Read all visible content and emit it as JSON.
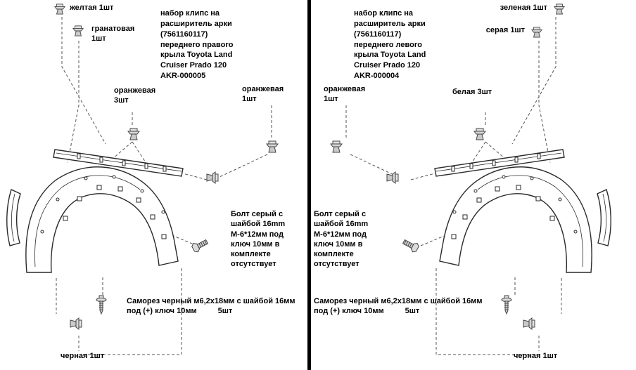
{
  "left": {
    "title": "набор клипс на расширитель арки (7561160117) переднего правого крыла Toyota Land Cruiser Prado 120 AKR-000005",
    "clip_yellow_label": "желтая 1шт",
    "clip_garnet_label": "гранатовая 1шт",
    "clip_orange3_label": "оранжевая 3шт",
    "clip_orange1_label": "оранжевая 1шт",
    "bolt_note": "Болт серый с шайбой 16mm М-6*12мм под ключ 10мм в комплекте отсутствует",
    "screw_note": "Саморез черный м6,2х18мм с шайбой 16мм под (+) ключ 10мм",
    "screw_qty": "5шт",
    "clip_black_label": "черная 1шт"
  },
  "right": {
    "title": "набор клипс на расширитель арки (7561160117) переднего левого крыла Toyota Land Cruiser Prado 120 AKR-000004",
    "clip_green_label": "зеленая 1шт",
    "clip_gray_label": "серая 1шт",
    "clip_orange1_label": "оранжевая 1шт",
    "clip_white3_label": "белая 3шт",
    "bolt_note": "Болт серый с шайбой 16mm М-6*12мм под ключ 10мм в комплекте отсутствует",
    "screw_note": "Саморез черный м6,2х18мм с шайбой 16мм под (+) ключ 10мм",
    "screw_qty": "5шт",
    "clip_black_label": "черная 1шт"
  }
}
